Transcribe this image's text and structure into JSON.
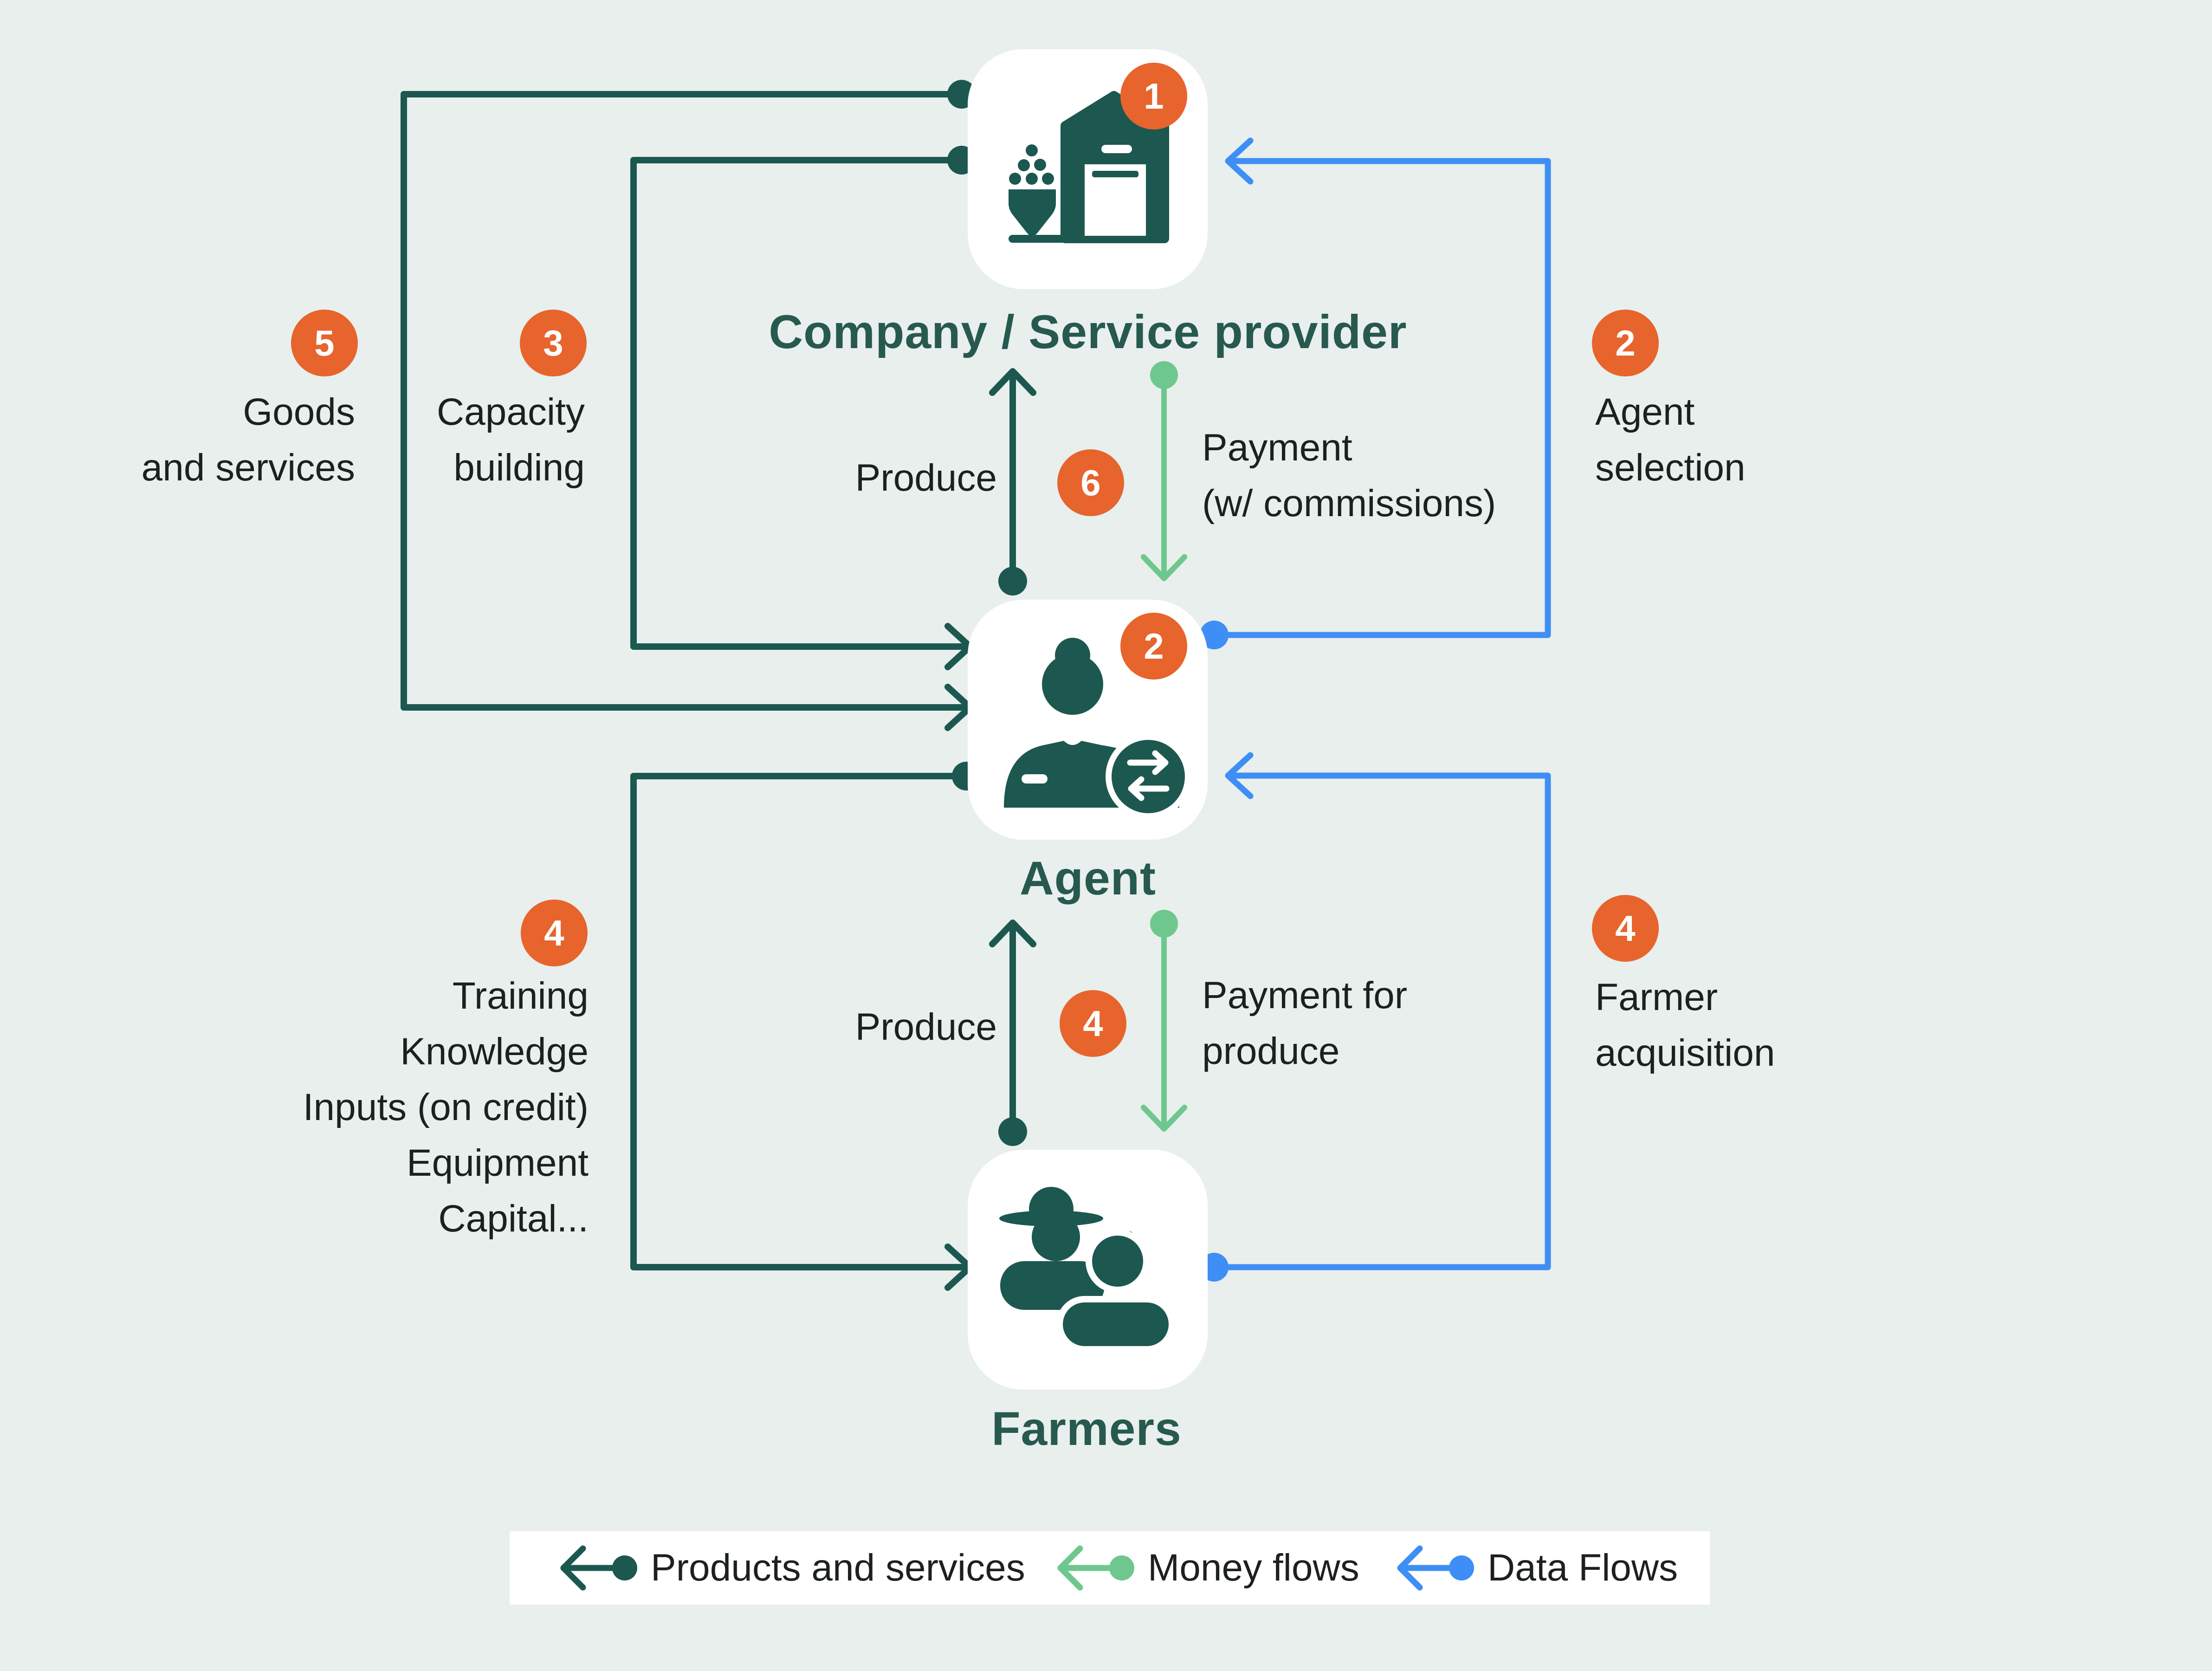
{
  "colors": {
    "background": "#e8efed",
    "card": "#ffffff",
    "teal_products": "#1c584f",
    "teal_title": "#27594f",
    "orange_badge": "#e7642c",
    "green_money": "#6ec88d",
    "blue_data": "#3e8ef5",
    "text": "#1d2021"
  },
  "nodes": {
    "company": {
      "badge": "1",
      "title": "Company / Service provider"
    },
    "agent": {
      "badge": "2",
      "title": "Agent"
    },
    "farmers": {
      "title": "Farmers"
    }
  },
  "annotations": {
    "goods": {
      "badge": "5",
      "text": "Goods\nand services"
    },
    "capacity": {
      "badge": "3",
      "text": "Capacity\nbuilding"
    },
    "agent_selection": {
      "badge": "2",
      "text": "Agent\nselection"
    },
    "produce_upper": {
      "text": "Produce"
    },
    "payment_upper": {
      "badge": "6",
      "text": "Payment\n(w/ commissions)"
    },
    "training": {
      "badge": "4",
      "text": "Training\nKnowledge\nInputs (on credit)\nEquipment\nCapital..."
    },
    "produce_lower": {
      "text": "Produce"
    },
    "payment_lower": {
      "badge": "4",
      "text": "Payment for\nproduce"
    },
    "farmer_acquisition": {
      "badge": "4",
      "text": "Farmer\nacquisition"
    }
  },
  "legend": {
    "items": [
      {
        "label": "Products and services",
        "color": "#1c584f"
      },
      {
        "label": "Money flows",
        "color": "#6ec88d"
      },
      {
        "label": "Data Flows",
        "color": "#3e8ef5"
      }
    ]
  }
}
